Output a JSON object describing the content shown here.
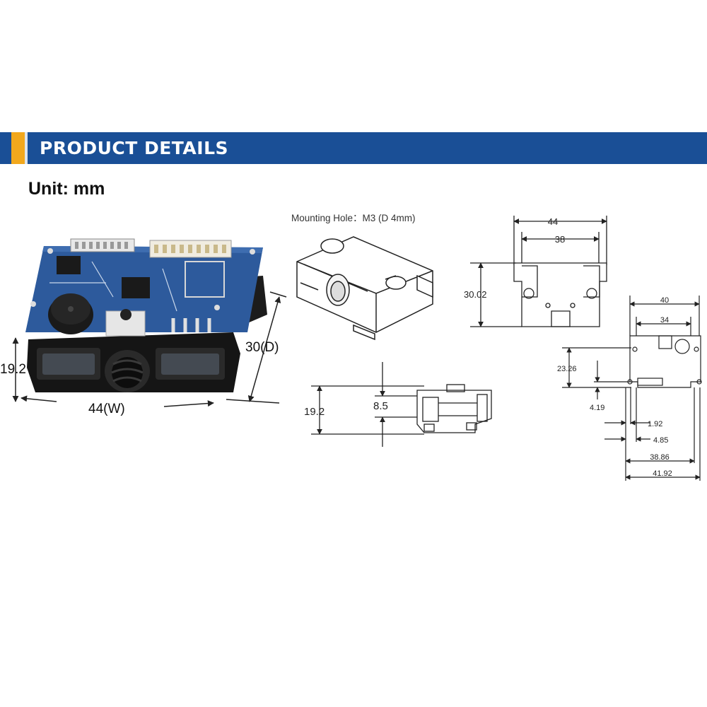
{
  "header": {
    "title": "PRODUCT DETAILS"
  },
  "unit_label": "Unit: mm",
  "mounting_hole_label": "Mounting Hole：M3 (D 4mm)",
  "photo_dims": {
    "height": "19.2",
    "width": "44(W)",
    "depth": "30(D)"
  },
  "front_view": {
    "outer_width": "44",
    "inner_width": "38",
    "height": "30.02"
  },
  "side_view": {
    "height": "19.2",
    "offset": "8.5"
  },
  "top_view": {
    "outer_width": "40",
    "inner_width": "34",
    "hole_y": "23.26",
    "hole_y2": "4.19",
    "hole_x1": "1.92",
    "hole_x2": "4.85",
    "depth1": "38.86",
    "depth2": "41.92"
  },
  "colors": {
    "banner": "#1a4f96",
    "accent": "#f2a81d",
    "pcb": "#2d5a9c"
  }
}
